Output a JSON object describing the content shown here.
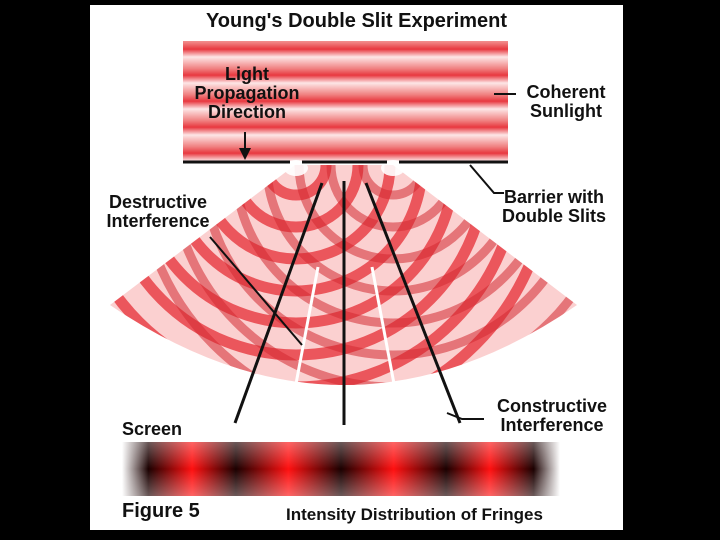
{
  "title": "Young's Double Slit Experiment",
  "labels": {
    "light_propagation": [
      "Light",
      "Propagation",
      "Direction"
    ],
    "coherent_sunlight": [
      "Coherent",
      "Sunlight"
    ],
    "barrier": [
      "Barrier with",
      "Double Slits"
    ],
    "destructive": [
      "Destructive",
      "Interference"
    ],
    "constructive": [
      "Constructive",
      "Interference"
    ],
    "screen": "Screen",
    "figure": "Figure 5",
    "intensity": "Intensity Distribution of Fringes"
  },
  "colors": {
    "wave_red": "#e8383f",
    "wave_pale": "#fde4e4",
    "fringe_bright": "#ff1010",
    "fringe_dark": "#1a0000"
  }
}
